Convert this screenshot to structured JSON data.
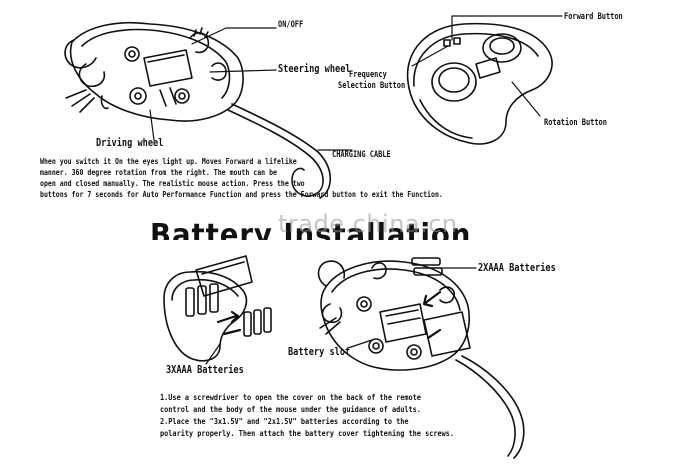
{
  "labels": {
    "on_off": "ON/OFF",
    "steering_wheel": "Steering wheel",
    "driving_wheel": "Driving wheel",
    "forward_button": "Forward Button",
    "frequency_line1": "Frequency",
    "frequency_line2": "Selection Button",
    "rotation_button": "Rotation Button",
    "charging_cable": "CHARGING CABLE",
    "batteries_2xaaa": "2XAAA Batteries",
    "batteries_3xaaa": "3XAAA Batteries",
    "battery_slot": "Battery slot"
  },
  "description": {
    "lines": [
      "When you switch it On the eyes light up. Moves Forward a lifelike",
      "manner. 360 degree rotation from the right. The mouth can be",
      "open and closed manually. The realistic mouse action. Press the two",
      "buttons for 7 seconds for Auto Performance Function and press the Forward button to exit the Function."
    ]
  },
  "heading": "Battery Installation",
  "watermark": "trade.china.cn",
  "instructions": {
    "lines": [
      "1.Use a screwdriver to open the cover on the back of the remote",
      "  control and the body of the mouse under the guidance of adults.",
      "2.Place the  \"3x1.5V\"  and  \"2x1.5V\"  batteries according to the",
      "  polarity properly. Then attach the battery cover tightening the screws."
    ]
  }
}
